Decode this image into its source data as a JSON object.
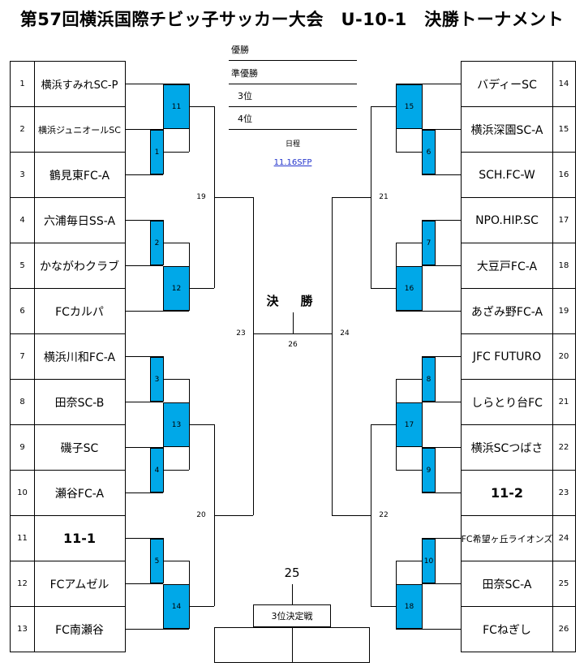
{
  "title": "第57回横浜国際チビッ子サッカー大会　U-10-1　決勝トーナメント",
  "left_teams": [
    {
      "no": "1",
      "name": "横浜すみれSC-P"
    },
    {
      "no": "2",
      "name": "横浜ジュニオールSC"
    },
    {
      "no": "3",
      "name": "鶴見東FC-A"
    },
    {
      "no": "4",
      "name": "六浦毎日SS-A"
    },
    {
      "no": "5",
      "name": "かながわクラブ"
    },
    {
      "no": "6",
      "name": "FCカルパ"
    },
    {
      "no": "7",
      "name": "横浜川和FC-A"
    },
    {
      "no": "8",
      "name": "田奈SC-B"
    },
    {
      "no": "9",
      "name": "磯子SC"
    },
    {
      "no": "10",
      "name": "瀬谷FC-A"
    },
    {
      "no": "11",
      "name": "11-1"
    },
    {
      "no": "12",
      "name": "FCアムゼル"
    },
    {
      "no": "13",
      "name": "FC南瀬谷"
    }
  ],
  "right_teams": [
    {
      "no": "14",
      "name": "バディーSC"
    },
    {
      "no": "15",
      "name": "横浜深園SC-A"
    },
    {
      "no": "16",
      "name": "SCH.FC-W"
    },
    {
      "no": "17",
      "name": "NPO.HIP.SC"
    },
    {
      "no": "18",
      "name": "大豆戸FC-A"
    },
    {
      "no": "19",
      "name": "あざみ野FC-A"
    },
    {
      "no": "20",
      "name": "JFC FUTURO"
    },
    {
      "no": "21",
      "name": "しらとり台FC"
    },
    {
      "no": "22",
      "name": "横浜SCつばさ"
    },
    {
      "no": "23",
      "name": "11-2"
    },
    {
      "no": "24",
      "name": "FC希望ヶ丘ライオンズ"
    },
    {
      "no": "25",
      "name": "田奈SC-A"
    },
    {
      "no": "26",
      "name": "FCねぎし"
    }
  ],
  "matches": {
    "m1": "1",
    "m2": "2",
    "m3": "3",
    "m4": "4",
    "m5": "5",
    "m6": "6",
    "m7": "7",
    "m8": "8",
    "m9": "9",
    "m10": "10",
    "m11": "11",
    "m12": "12",
    "m13": "13",
    "m14": "14",
    "m15": "15",
    "m16": "16",
    "m17": "17",
    "m18": "18",
    "m19": "19",
    "m20": "20",
    "m21": "21",
    "m22": "22",
    "m23": "23",
    "m24": "24",
    "m25": "25",
    "m26": "26"
  },
  "results": {
    "winner": "優勝",
    "runner_up": "準優勝",
    "third": "3位",
    "fourth": "4位"
  },
  "schedule": {
    "title": "日程",
    "link": "11.16SFP"
  },
  "final_label": "決　勝",
  "third_place_label": "3位決定戦",
  "colors": {
    "match_box": "#00a8e8",
    "link": "#2233cc"
  }
}
